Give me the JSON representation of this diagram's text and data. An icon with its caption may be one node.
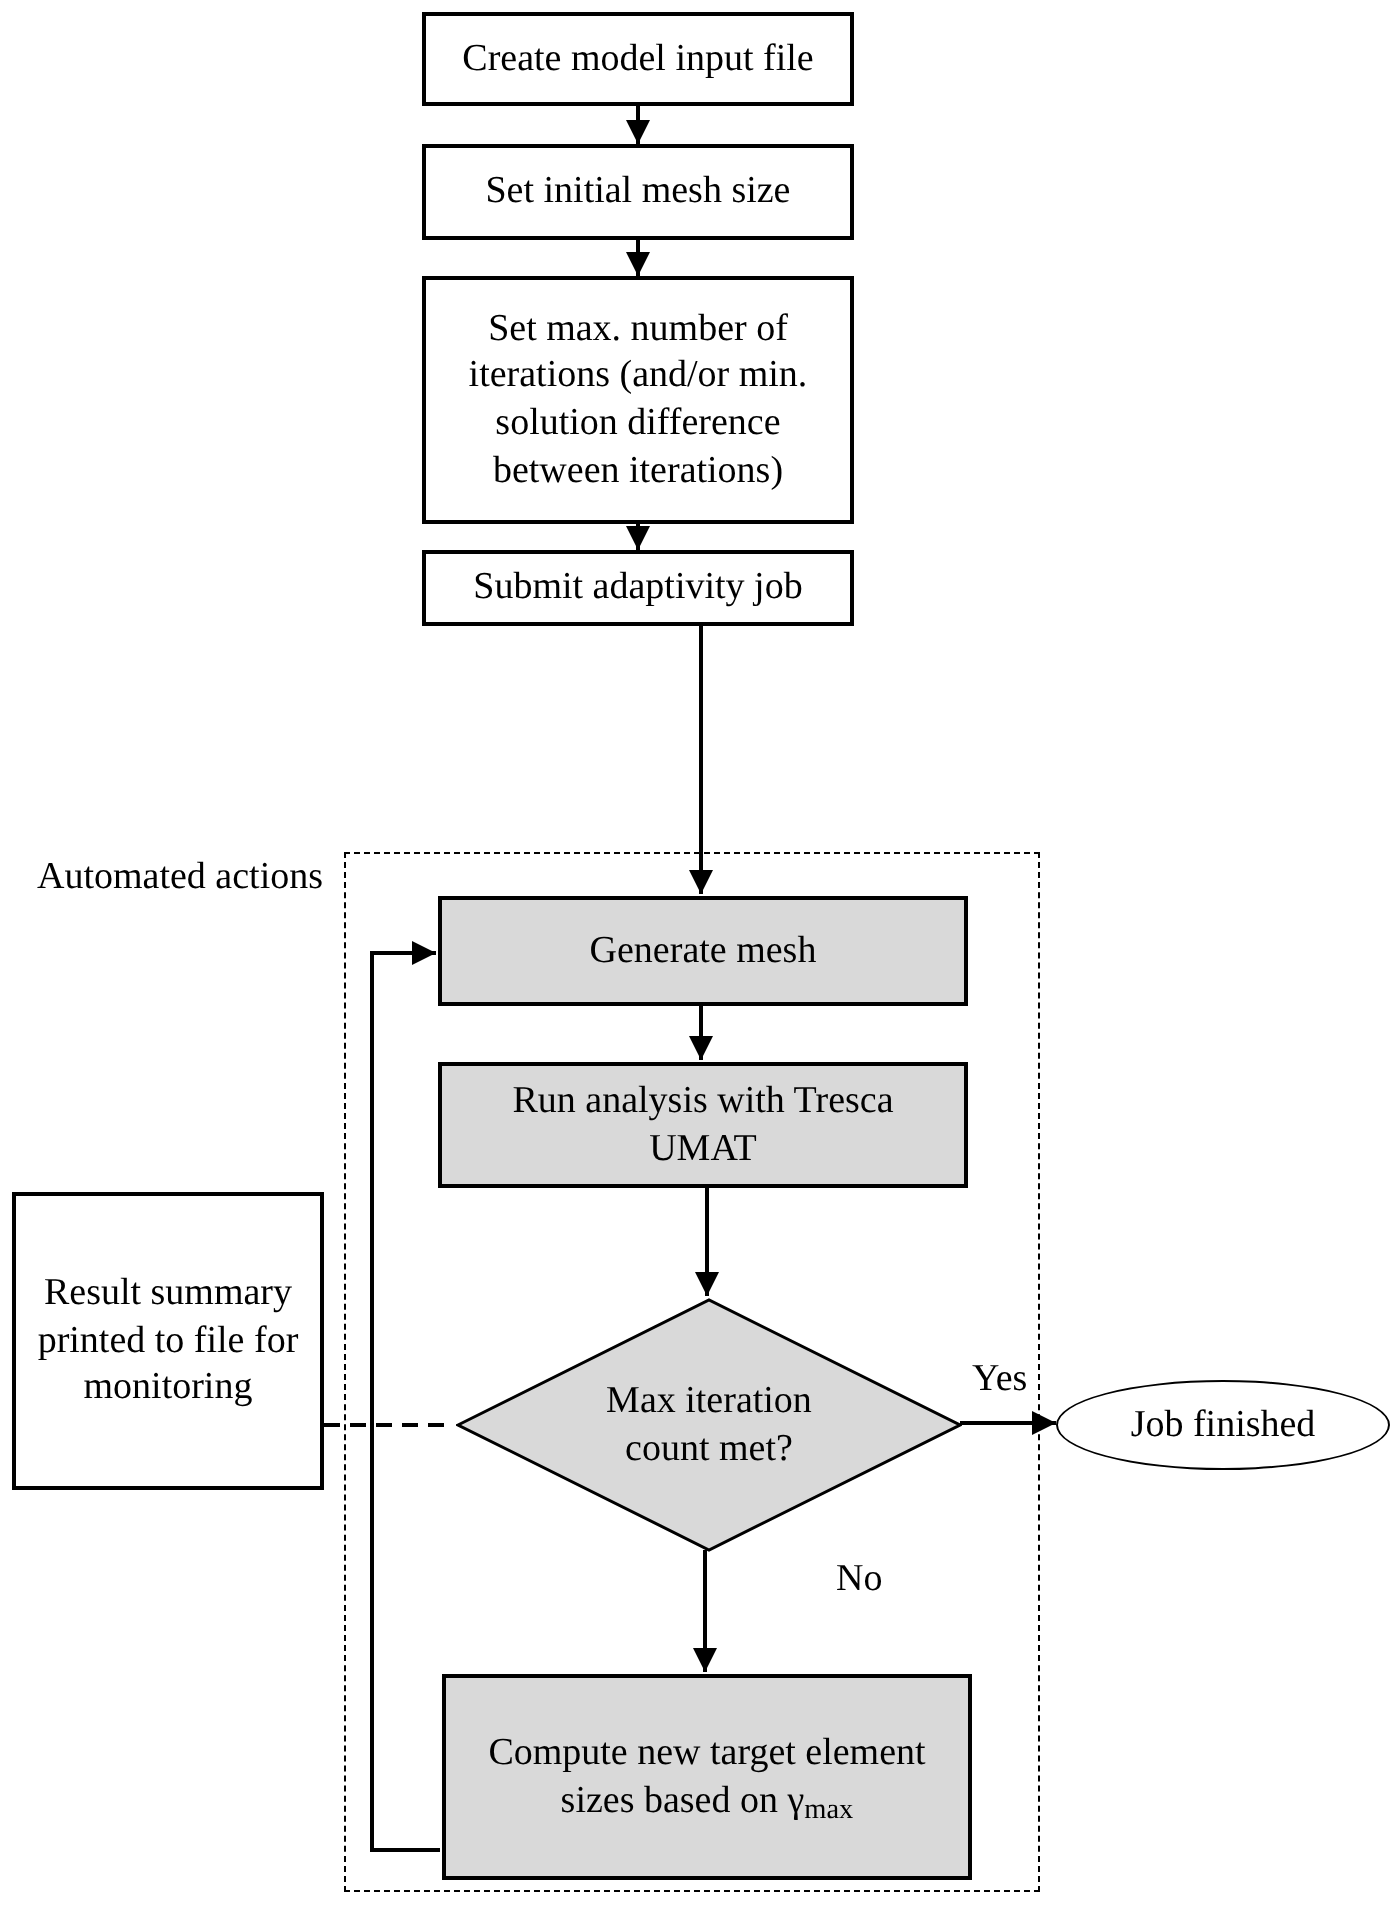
{
  "diagram": {
    "nodes": [
      {
        "text": [
          "Create model input file"
        ]
      },
      {
        "text": [
          "Set initial mesh size"
        ]
      },
      {
        "text": [
          "Set max. number of iterations (and/or min. solution difference between iterations)"
        ]
      },
      {
        "text": [
          "Submit adaptivity job"
        ]
      },
      {
        "text": [
          "Automated actions"
        ]
      },
      {
        "text": [
          "Generate mesh"
        ],
        "in": 4
      },
      {
        "text": [
          "Run analysis with Tresca UMAT"
        ],
        "in": 4
      },
      {
        "text": [
          "Max iteration count met?"
        ],
        "in": 4
      },
      {
        "text": [
          "Compute new target element sizes based on γ$_{max}$"
        ],
        "in": 4
      },
      {
        "text": [
          "Result summary printed to file for monitoring"
        ]
      },
      {
        "text": [
          "Job finished"
        ]
      }
    ],
    "edges": [
      {
        "from": 0,
        "to": 1,
        "arrow": "to"
      },
      {
        "from": 1,
        "to": 2,
        "arrow": "to"
      },
      {
        "from": 2,
        "to": 3,
        "arrow": "to"
      },
      {
        "from": 3,
        "to": 5,
        "arrow": "to"
      },
      {
        "from": 5,
        "to": 6,
        "arrow": "to"
      },
      {
        "from": 6,
        "to": 7,
        "arrow": "to"
      },
      {
        "from": 7,
        "to": 10,
        "arrow": "to",
        "label": "Yes"
      },
      {
        "from": 7,
        "to": 8,
        "arrow": "to",
        "label": "No"
      },
      {
        "from": 8,
        "to": 5,
        "arrow": "to"
      },
      {
        "from": 9,
        "to": 7,
        "arrow": "none",
        "style": "dashed"
      }
    ]
  }
}
